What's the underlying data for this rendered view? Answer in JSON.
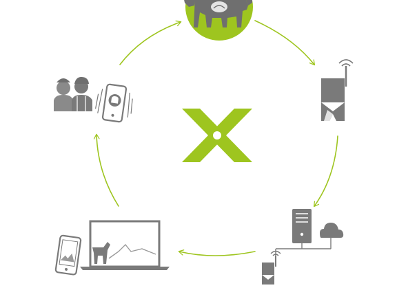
{
  "diagram": {
    "type": "cycle",
    "nodes": [
      {
        "id": "cow",
        "icon": "cow-collar-sensor-icon"
      },
      {
        "id": "transmitter",
        "icon": "wireless-transmitter-icon"
      },
      {
        "id": "server-cloud",
        "icon": "server-cloud-network-icon"
      },
      {
        "id": "devices",
        "icon": "phone-laptop-monitoring-icon"
      },
      {
        "id": "farmers",
        "icon": "farmers-phone-alert-icon"
      }
    ],
    "center_logo": "x-logo",
    "edges": [
      {
        "from": "cow",
        "to": "transmitter"
      },
      {
        "from": "transmitter",
        "to": "server-cloud"
      },
      {
        "from": "server-cloud",
        "to": "devices"
      },
      {
        "from": "devices",
        "to": "farmers"
      },
      {
        "from": "farmers",
        "to": "cow"
      }
    ]
  },
  "colors": {
    "accent": "#9ec51f",
    "icon_dark": "#6f6f6f",
    "icon_light": "#9a9a9a",
    "background": "#ffffff"
  }
}
